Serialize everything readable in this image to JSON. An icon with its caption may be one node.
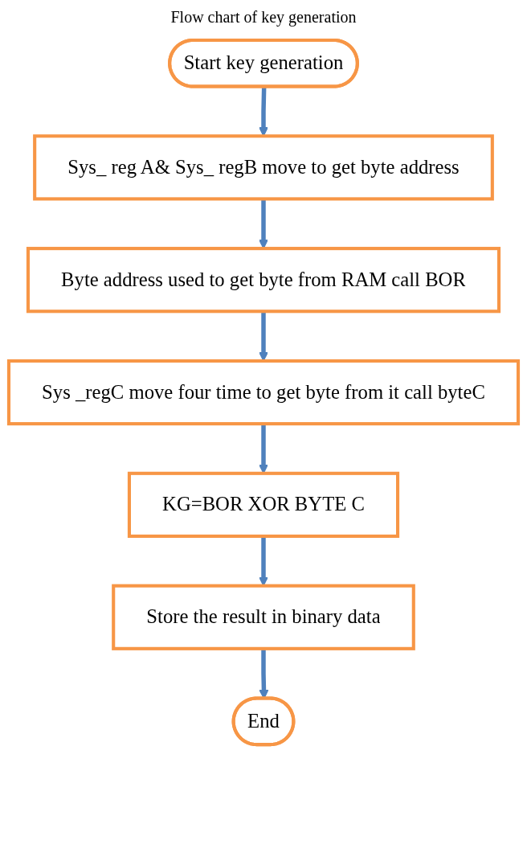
{
  "diagram": {
    "title": "Flow chart of key generation",
    "nodes": [
      {
        "text": [
          "Start key generation"
        ]
      },
      {
        "text": [
          "Sys_ reg A& Sys_ regB move to get byte address"
        ]
      },
      {
        "text": [
          "Byte address used to get byte from RAM call BOR"
        ]
      },
      {
        "text": [
          "Sys _regC move four time to get byte from it call byteC"
        ]
      },
      {
        "text": [
          "KG=BOR XOR BYTE C"
        ]
      },
      {
        "text": [
          "Store the result in binary data"
        ]
      },
      {
        "text": [
          "End"
        ]
      }
    ],
    "edges": [
      {
        "from": 0,
        "to": 1,
        "arrow": "to"
      },
      {
        "from": 1,
        "to": 2,
        "arrow": "to"
      },
      {
        "from": 2,
        "to": 3,
        "arrow": "to"
      },
      {
        "from": 3,
        "to": 4,
        "arrow": "to"
      },
      {
        "from": 4,
        "to": 5,
        "arrow": "to"
      },
      {
        "from": 5,
        "to": 6,
        "arrow": "to"
      }
    ]
  }
}
